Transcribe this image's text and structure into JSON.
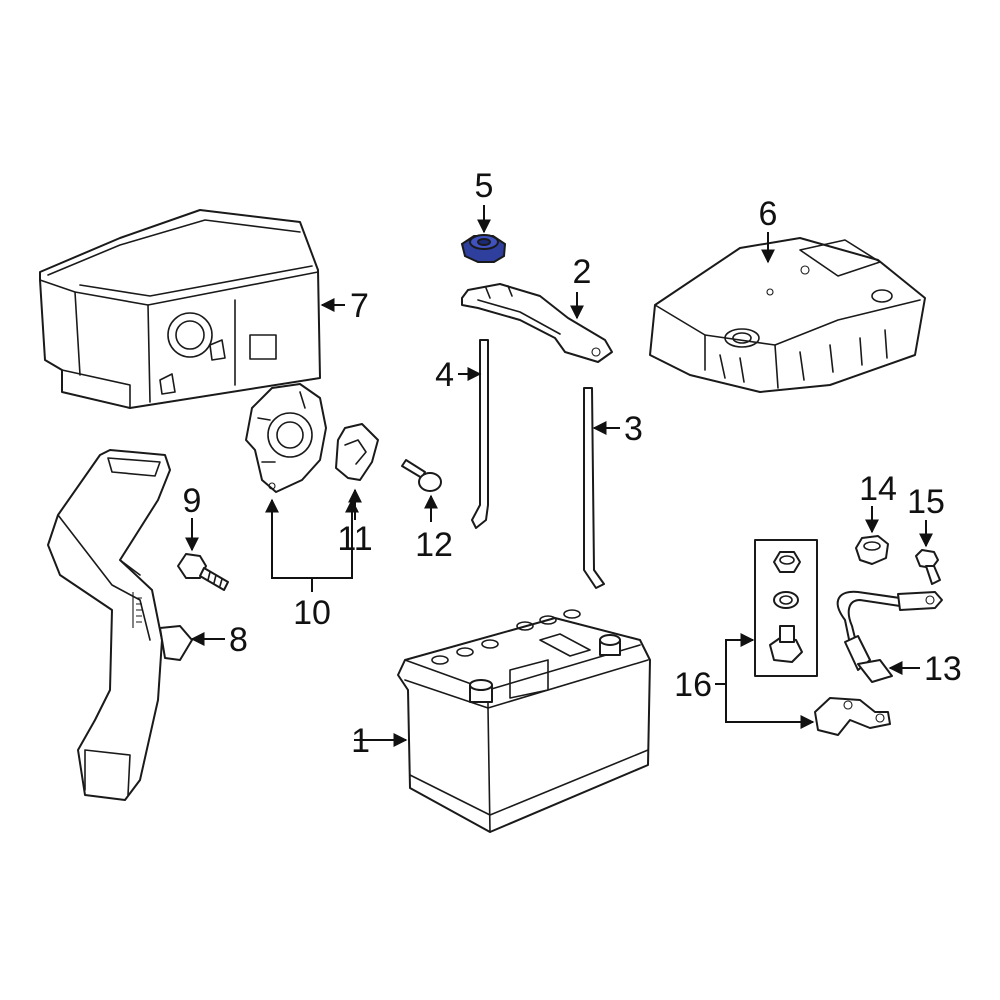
{
  "colors": {
    "line": "#1a1a1a",
    "highlight": "#2e3f9e",
    "background": "#ffffff"
  },
  "highlighted_part": "5",
  "callouts": {
    "c1": "1",
    "c2": "2",
    "c3": "3",
    "c4": "4",
    "c5": "5",
    "c6": "6",
    "c7": "7",
    "c8": "8",
    "c9": "9",
    "c10": "10",
    "c11": "11",
    "c12": "12",
    "c13": "13",
    "c14": "14",
    "c15": "15",
    "c16": "16"
  }
}
